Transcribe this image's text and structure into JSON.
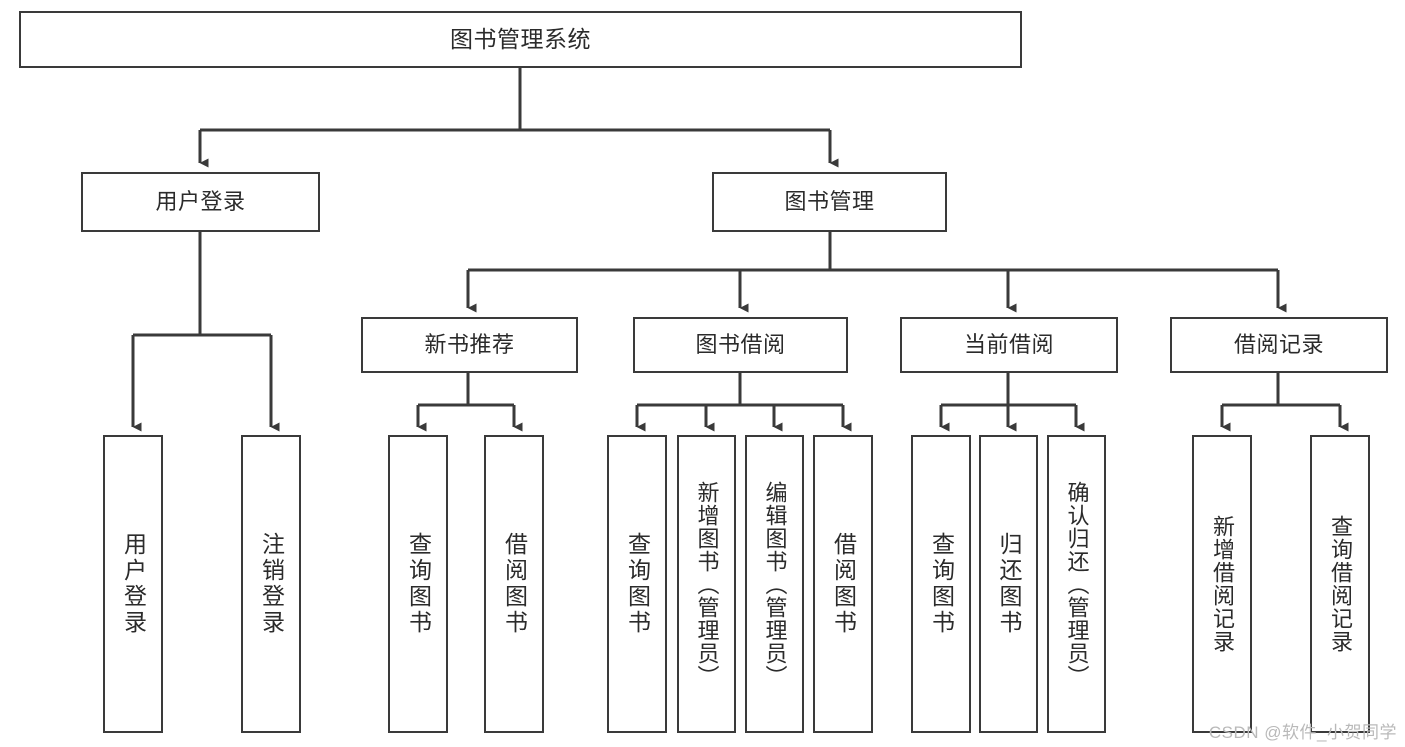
{
  "diagram": {
    "title": "图书管理系统",
    "type": "hierarchy-tree",
    "colors": {
      "box_stroke": "#3a3a3a",
      "box_fill": "#ffffff",
      "text": "#2b2b2b",
      "connector": "#3a3a3a",
      "watermark": "#b9b9b9"
    },
    "levels": [
      {
        "level": 0,
        "nodes": [
          {
            "id": "root",
            "label": "图书管理系统",
            "orientation": "horizontal"
          }
        ]
      },
      {
        "level": 1,
        "nodes": [
          {
            "id": "login",
            "label": "用户登录",
            "orientation": "horizontal"
          },
          {
            "id": "bookmgmt",
            "label": "图书管理",
            "orientation": "horizontal"
          }
        ]
      },
      {
        "level": 2,
        "nodes": [
          {
            "id": "newbook",
            "label": "新书推荐",
            "orientation": "horizontal"
          },
          {
            "id": "borrow",
            "label": "图书借阅",
            "orientation": "horizontal"
          },
          {
            "id": "current",
            "label": "当前借阅",
            "orientation": "horizontal"
          },
          {
            "id": "record",
            "label": "借阅记录",
            "orientation": "horizontal"
          }
        ]
      },
      {
        "level": 3,
        "nodes": [
          {
            "id": "leaf1",
            "label": "用户登录",
            "orientation": "vertical",
            "parent": "login"
          },
          {
            "id": "leaf2",
            "label": "注销登录",
            "orientation": "vertical",
            "parent": "login"
          },
          {
            "id": "leaf3",
            "label": "查询图书",
            "orientation": "vertical",
            "parent": "newbook"
          },
          {
            "id": "leaf4",
            "label": "借阅图书",
            "orientation": "vertical",
            "parent": "newbook"
          },
          {
            "id": "leaf5",
            "label": "查询图书",
            "orientation": "vertical",
            "parent": "borrow"
          },
          {
            "id": "leaf6",
            "label": "新增图书（管理员）",
            "orientation": "vertical",
            "parent": "borrow"
          },
          {
            "id": "leaf7",
            "label": "编辑图书（管理员）",
            "orientation": "vertical",
            "parent": "borrow"
          },
          {
            "id": "leaf8",
            "label": "借阅图书",
            "orientation": "vertical",
            "parent": "borrow"
          },
          {
            "id": "leaf9",
            "label": "查询图书",
            "orientation": "vertical",
            "parent": "current"
          },
          {
            "id": "leaf10",
            "label": "归还图书",
            "orientation": "vertical",
            "parent": "current"
          },
          {
            "id": "leaf11",
            "label": "确认归还（管理员）",
            "orientation": "vertical",
            "parent": "current"
          },
          {
            "id": "leaf12",
            "label": "新增借阅记录",
            "orientation": "vertical",
            "parent": "record"
          },
          {
            "id": "leaf13",
            "label": "查询借阅记录",
            "orientation": "vertical",
            "parent": "record"
          }
        ]
      }
    ],
    "watermark": "CSDN @软件_小贺同学"
  }
}
